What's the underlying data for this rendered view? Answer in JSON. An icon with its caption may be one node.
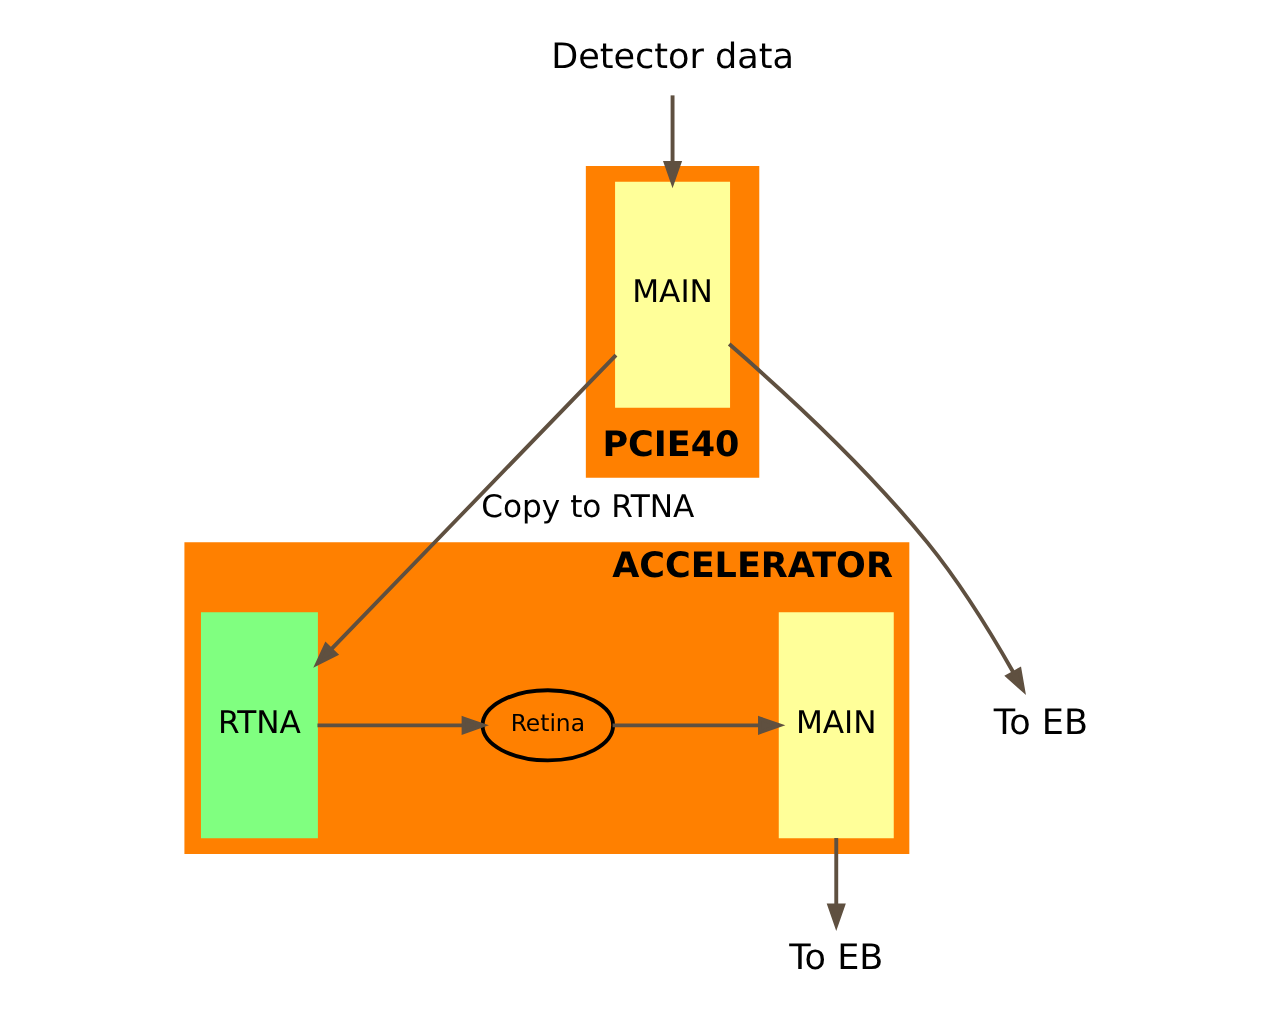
{
  "diagram": {
    "nodes": [
      {
        "text": [
          "Detector data"
        ]
      },
      {
        "text": [
          "PCIE40"
        ]
      },
      {
        "text": [
          "MAIN"
        ],
        "in": 1
      },
      {
        "text": [
          "ACCELERATOR"
        ]
      },
      {
        "text": [
          "RTNA"
        ],
        "in": 3
      },
      {
        "text": [
          "Retina"
        ],
        "in": 3
      },
      {
        "text": [
          "MAIN"
        ],
        "in": 3
      },
      {
        "text": [
          "To EB"
        ]
      },
      {
        "text": [
          "To EB"
        ]
      }
    ],
    "edges": [
      {
        "from": 0,
        "to": 2,
        "arrow": "to"
      },
      {
        "from": 2,
        "to": 7,
        "arrow": "to"
      },
      {
        "from": 2,
        "to": 4,
        "arrow": "to",
        "label": "Copy to RTNA"
      },
      {
        "from": 4,
        "to": 5,
        "arrow": "to"
      },
      {
        "from": 5,
        "to": 6,
        "arrow": "to"
      },
      {
        "from": 6,
        "to": 8,
        "arrow": "to"
      }
    ]
  }
}
